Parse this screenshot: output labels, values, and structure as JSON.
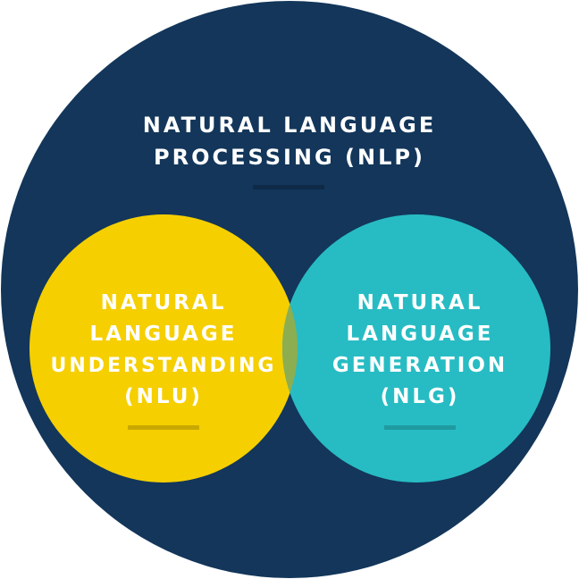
{
  "outer": {
    "line1": "NATURAL LANGUAGE",
    "line2": "PROCESSING (NLP)"
  },
  "left": {
    "lines": [
      "NATURAL",
      "LANGUAGE",
      "UNDERSTANDING",
      "(NLU)"
    ]
  },
  "right": {
    "lines": [
      "NATURAL",
      "LANGUAGE",
      "GENERATION",
      "(NLG)"
    ]
  },
  "colors": {
    "outer": "#13365a",
    "left": "#f5cf00",
    "right": "#27bcc3",
    "overlap": "#8cae50",
    "outer_bar": "#0e2a47",
    "left_bar": "#c8a800",
    "right_bar": "#1e9aa0"
  }
}
